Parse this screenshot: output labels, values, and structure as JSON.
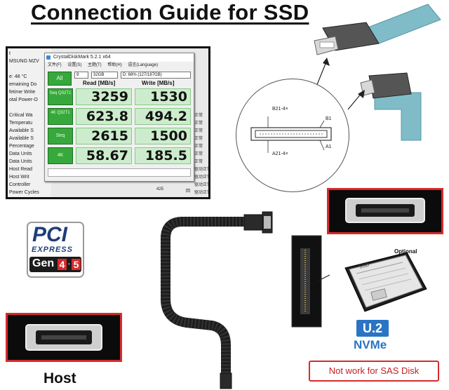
{
  "title": "Connection Guide for SSD",
  "screenshot": {
    "sidebar_lines": [
      "t",
      "MSUNG MZV",
      "",
      "e: 48 °C",
      "emaining Do",
      "fetime Write",
      "otal Power-O",
      "",
      "Critical Wa",
      "Temperatu",
      "Available S",
      "Available S",
      "Percentage",
      "Data Units",
      "Data Units",
      "Host Read",
      "Host Writ",
      "Controller",
      "Power Cycles"
    ],
    "window_title": "CrystalDiskMark 5.2.1 x64",
    "menu": [
      "文件(F)",
      "设置(S)",
      "主题(T)",
      "帮助(H)",
      "语言(Language)"
    ],
    "all_label": "All",
    "count": "9",
    "size": "32GB",
    "drive": "D: 68% (127/187GB)",
    "col_read": "Read [MB/s]",
    "col_write": "Write [MB/s]",
    "rows": [
      {
        "label": "Seq Q32T1",
        "read": "3259",
        "write": "1530"
      },
      {
        "label": "4K Q32T1",
        "read": "623.8",
        "write": "494.2"
      },
      {
        "label": "Seq",
        "read": "2615",
        "write": "1500"
      },
      {
        "label": "4K",
        "read": "58.67",
        "write": "185.5"
      }
    ],
    "right_status": [
      "正常",
      "正常",
      "正常",
      "正常",
      "正常",
      "正常",
      "正常",
      "驱动正常",
      "驱动正常",
      "驱动正常",
      "驱动正常"
    ],
    "power_cycles_value": "425",
    "power_cycles_unit": "回"
  },
  "diagram": {
    "label_b21": "B21-4×",
    "label_b1": "B1",
    "label_a21": "A21-4×",
    "label_a1": "A1"
  },
  "pci_logo": {
    "line1": "PCI",
    "line2": "EXPRESS",
    "gen": "Gen",
    "gen4": "4",
    "dot": "·",
    "gen5": "5"
  },
  "optional_label": "Optional",
  "ssd_label_text": "SSD",
  "u2_logo": {
    "line1": "U.2",
    "line2": "NVMe"
  },
  "warning": "Not work for SAS Disk",
  "host_label": "Host",
  "colors": {
    "accent_red": "#d62b2b",
    "cdm_green": "#37a83b",
    "u2_blue": "#2a74c4"
  }
}
